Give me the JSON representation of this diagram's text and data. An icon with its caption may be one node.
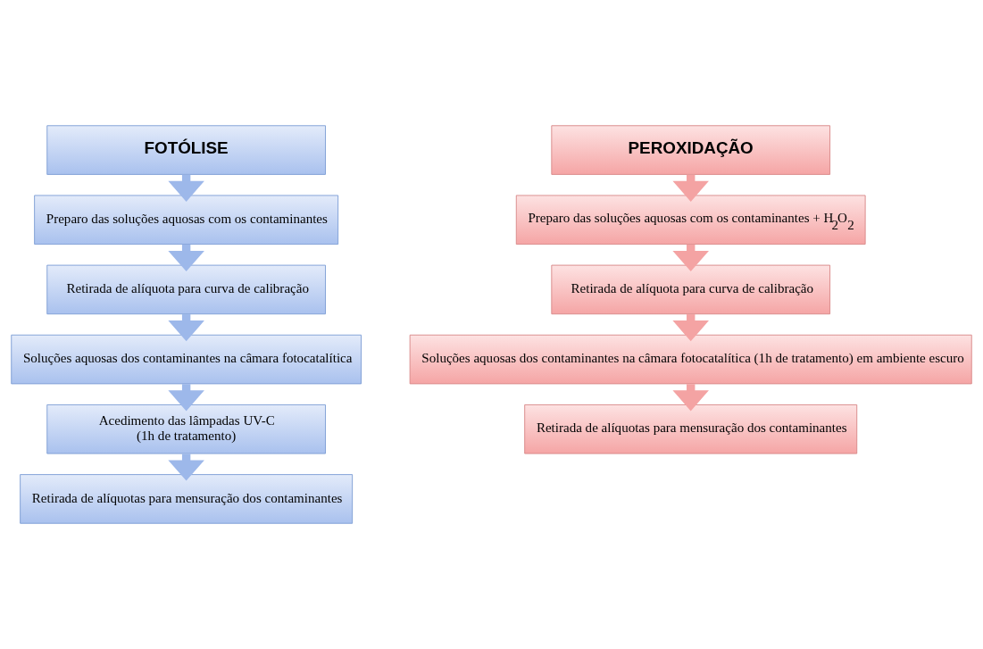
{
  "diagram": {
    "nodes": [
      {
        "text": [
          "FOTÓLISE"
        ]
      },
      {
        "text": [
          "Preparo das soluções aquosas com os contaminantes"
        ]
      },
      {
        "text": [
          "Retirada de alíquota para curva de calibração"
        ]
      },
      {
        "text": [
          "Soluções aquosas dos contaminantes na câmara fotocatalítica"
        ]
      },
      {
        "text": [
          "Acedimento das lâmpadas UV-C",
          "(1h de tratamento)"
        ]
      },
      {
        "text": [
          "Retirada de alíquotas para mensuração dos contaminantes"
        ]
      },
      {
        "text": [
          "PEROXIDAÇÃO"
        ]
      },
      {
        "text": [
          "Preparo das soluções aquosas com os contaminantes + H$_{2}$O$_{2}$"
        ]
      },
      {
        "text": [
          "Retirada de alíquota para curva de calibração"
        ]
      },
      {
        "text": [
          "Soluções aquosas dos contaminantes na câmara fotocatalítica (1h de tratamento) em ambiente escuro"
        ]
      },
      {
        "text": [
          "Retirada de alíquotas para mensuração dos contaminantes"
        ]
      }
    ],
    "edges": [
      {
        "from": 0,
        "to": 1,
        "arrow": "to",
        "color": "#9db8ea"
      },
      {
        "from": 1,
        "to": 2,
        "arrow": "to",
        "color": "#9db8ea"
      },
      {
        "from": 2,
        "to": 3,
        "arrow": "to",
        "color": "#9db8ea"
      },
      {
        "from": 3,
        "to": 4,
        "arrow": "to",
        "color": "#9db8ea"
      },
      {
        "from": 4,
        "to": 5,
        "arrow": "to",
        "color": "#9db8ea"
      },
      {
        "from": 6,
        "to": 7,
        "arrow": "to",
        "color": "#f4a3a3"
      },
      {
        "from": 7,
        "to": 8,
        "arrow": "to",
        "color": "#f4a3a3"
      },
      {
        "from": 8,
        "to": 9,
        "arrow": "to",
        "color": "#f4a3a3"
      },
      {
        "from": 9,
        "to": 10,
        "arrow": "to",
        "color": "#f4a3a3"
      }
    ]
  }
}
